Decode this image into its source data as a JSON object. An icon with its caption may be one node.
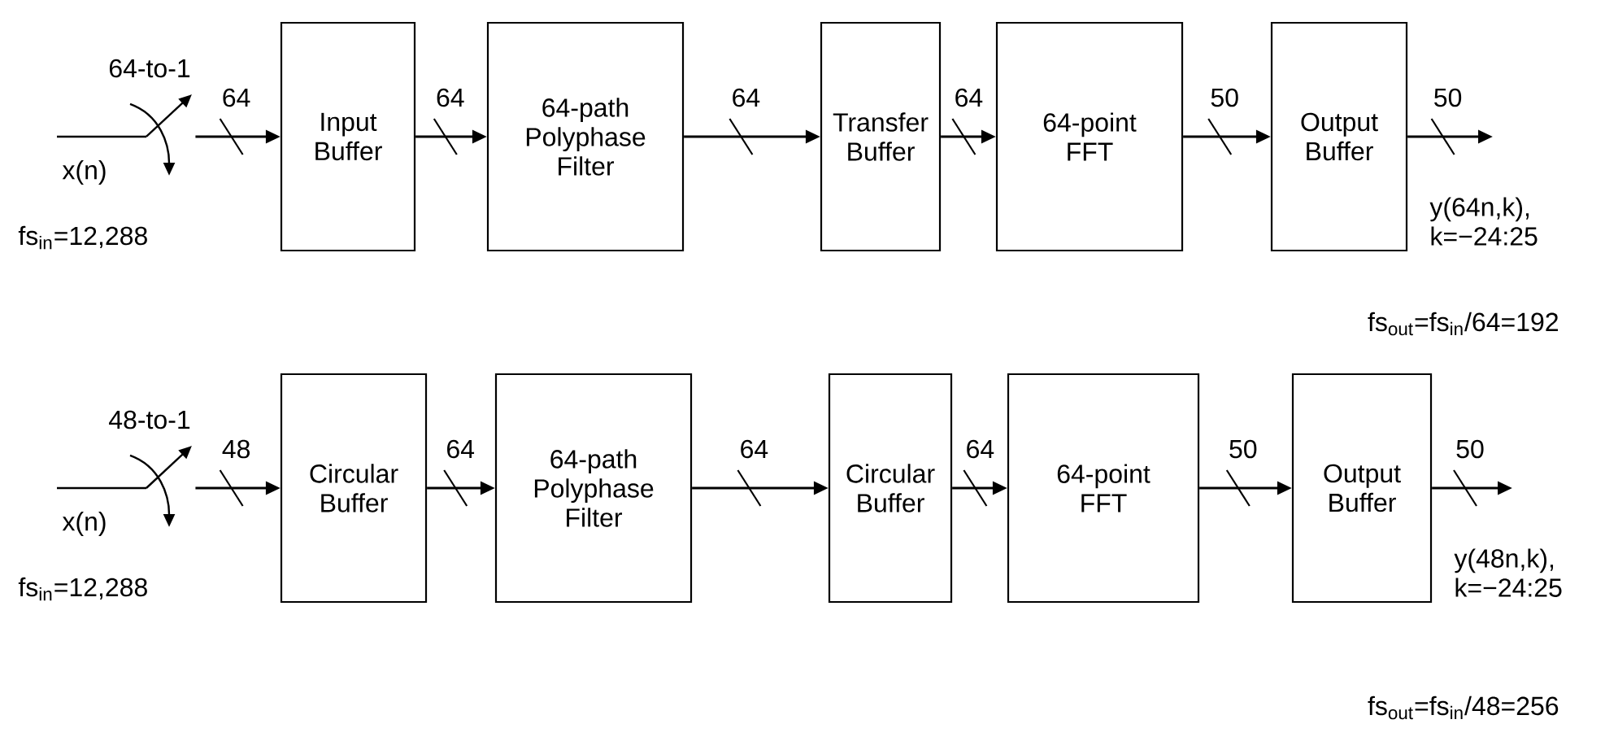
{
  "diagram": {
    "nodes": [
      {
        "text": [],
        "shape": "picture"
      },
      {
        "text": [
          "Input Buffer"
        ]
      },
      {
        "text": [
          "64-path Polyphase Filter"
        ]
      },
      {
        "text": [
          "Transfer Buffer"
        ]
      },
      {
        "text": [
          "64-point FFT"
        ]
      },
      {
        "text": [
          "Output Buffer"
        ],
        "beside": [
          "y(64n,k), k=−24:25"
        ]
      },
      {
        "text": [],
        "shape": "picture"
      },
      {
        "text": [
          "Circular Buffer"
        ]
      },
      {
        "text": [
          "64-path Polyphase Filter"
        ]
      },
      {
        "text": [
          "Circular Buffer"
        ]
      },
      {
        "text": [
          "64-point FFT"
        ]
      },
      {
        "text": [
          "Output Buffer"
        ],
        "beside": [
          "y(48n,k), k=−24:25"
        ]
      }
    ],
    "edges": [
      {
        "from": 0,
        "to": 1,
        "arrow": "to",
        "label": "64"
      },
      {
        "from": 1,
        "to": 2,
        "arrow": "to",
        "label": "64"
      },
      {
        "from": 2,
        "to": 3,
        "arrow": "to",
        "label": "64"
      },
      {
        "from": 3,
        "to": 4,
        "arrow": "to",
        "label": "64"
      },
      {
        "from": 4,
        "to": 5,
        "arrow": "to",
        "label": "50"
      },
      {
        "from": 5,
        "to": null,
        "arrow": "to",
        "label": "50"
      },
      {
        "from": 6,
        "to": 7,
        "arrow": "to",
        "label": "48"
      },
      {
        "from": 7,
        "to": 8,
        "arrow": "to",
        "label": "64"
      },
      {
        "from": 8,
        "to": 9,
        "arrow": "to",
        "label": "64"
      },
      {
        "from": 9,
        "to": 10,
        "arrow": "to",
        "label": "64"
      },
      {
        "from": 10,
        "to": 11,
        "arrow": "to",
        "label": "50"
      },
      {
        "from": 11,
        "to": null,
        "arrow": "to",
        "label": "50"
      }
    ],
    "labels": [
      "64-to-1",
      "x(n)",
      "fs$_{in}$=12,288",
      "fs$_{out}$=fs$_{in}$/64=192",
      "48-to-1",
      "x(n)",
      "fs$_{in}$=12,288",
      "fs$_{out}$=fs$_{in}$/48=256"
    ]
  }
}
